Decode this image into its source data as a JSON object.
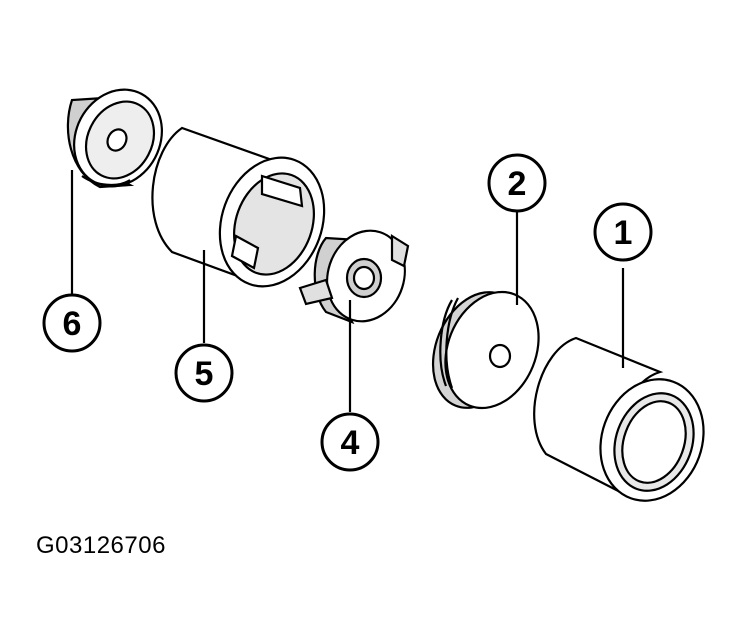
{
  "callouts": [
    {
      "id": "callout-1",
      "label": "1"
    },
    {
      "id": "callout-2",
      "label": "2"
    },
    {
      "id": "callout-4",
      "label": "4"
    },
    {
      "id": "callout-5",
      "label": "5"
    },
    {
      "id": "callout-6",
      "label": "6"
    }
  ],
  "figure_id": "G03126706",
  "colors": {
    "line": "#000000",
    "shade": "#bdbdbd",
    "light": "#e6e6e6",
    "background": "#ffffff"
  }
}
